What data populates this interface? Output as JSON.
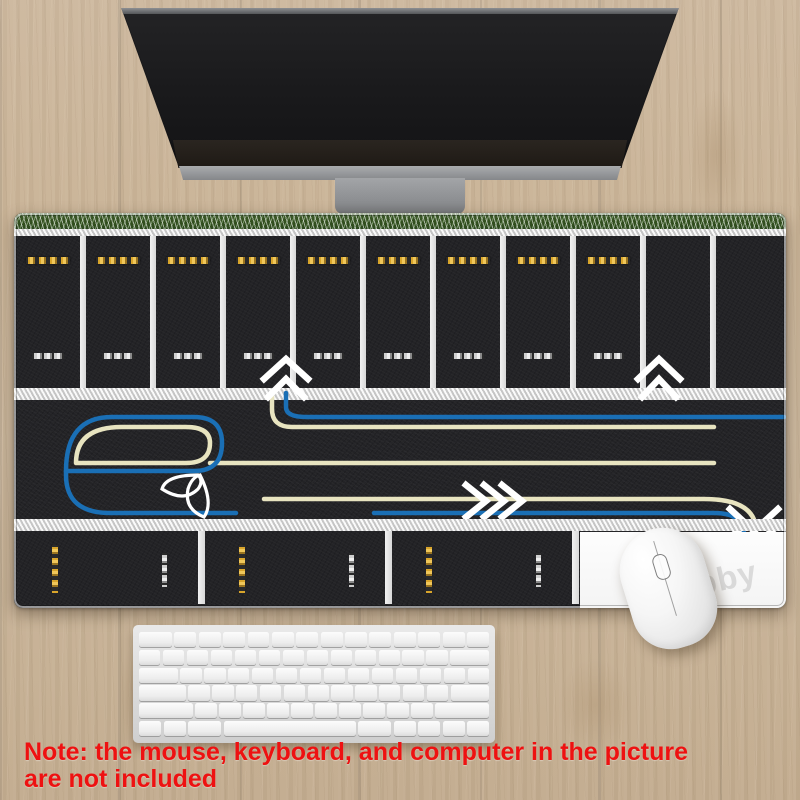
{
  "scene": {
    "type": "product-photo",
    "surface": "wood-desk",
    "colors": {
      "wood_light": "#cdb89e",
      "wood_mid": "#c9b396",
      "wood_dark": "#c2ab8e",
      "asphalt": "#232326",
      "grass": "#33501f",
      "kerb_white": "#e9e9e9",
      "racing_blue": "#1a6fb5",
      "racing_cream": "#e8e4c0",
      "marking_yellow": "#f0c75a",
      "note_red": "#ee1111",
      "mouse_white": "#fdfdfd",
      "keyboard_silver": "#dedede",
      "monitor_black": "#1b1b1d",
      "monitor_silver": "#a3a5a8"
    }
  },
  "monitor": {
    "label": "desktop-monitor",
    "screen_state": "off"
  },
  "mousepad": {
    "label": "road-track-desk-mat",
    "watermark": "hobby",
    "top_lot": {
      "label": "top-parking-row",
      "bay_count": 11,
      "bays_with_yellow_marking": 9,
      "yellow_marking": "double-yellow-dashed",
      "white_marking": "white-stop-dash"
    },
    "bottom_lot": {
      "label": "bottom-parking-row",
      "bay_count": 3,
      "yellow_marking": "vertical-yellow-dashed",
      "white_marking": "vertical-white-dash"
    },
    "track": {
      "label": "center-race-track",
      "lanes": [
        {
          "name": "outer-lane",
          "color": "#1a6fb5"
        },
        {
          "name": "inner-lane",
          "color": "#e8e4c0"
        }
      ],
      "markers": [
        {
          "name": "chevron-up-icon",
          "direction": "up",
          "count": 2
        },
        {
          "name": "chevron-up-icon",
          "direction": "up",
          "count": 2
        },
        {
          "name": "chevron-right-icon",
          "direction": "right",
          "count": 3
        },
        {
          "name": "chevron-down-icon",
          "direction": "down",
          "count": 2
        },
        {
          "name": "leaf-icon",
          "direction": "none",
          "count": 1
        }
      ]
    }
  },
  "mouse": {
    "label": "wireless-mouse",
    "color": "white"
  },
  "keyboard": {
    "label": "compact-keyboard",
    "color": "silver"
  },
  "note": {
    "line1": "Note: the mouse, keyboard, and computer in the picture",
    "line2": "are not included"
  }
}
